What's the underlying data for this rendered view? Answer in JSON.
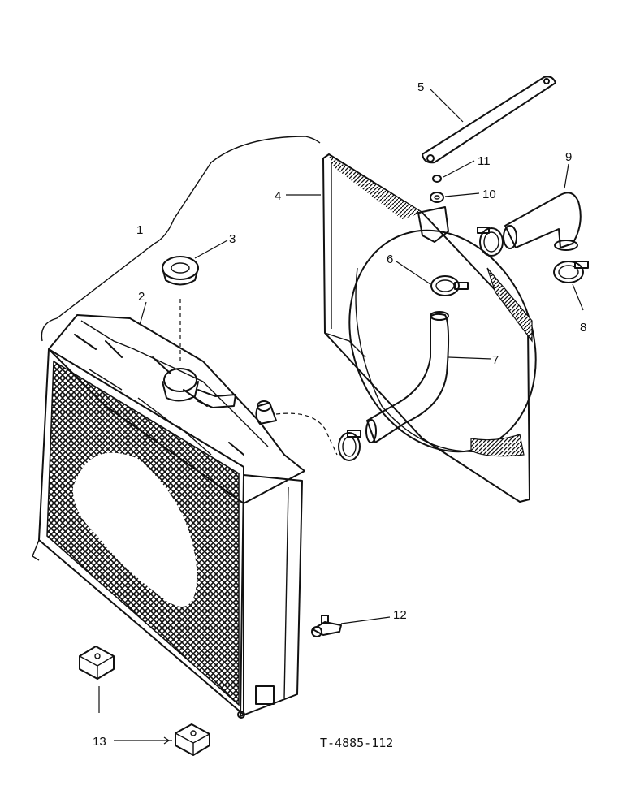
{
  "callouts": {
    "c1": "1",
    "c2": "2",
    "c3": "3",
    "c4": "4",
    "c5": "5",
    "c6": "6",
    "c7": "7",
    "c8": "8",
    "c9": "9",
    "c10": "10",
    "c11": "11",
    "c12": "12",
    "c13": "13"
  },
  "figure_id": "T-4885-112"
}
